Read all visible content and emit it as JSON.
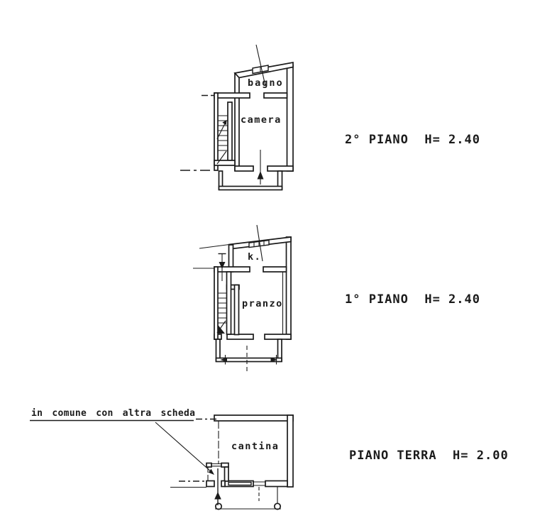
{
  "colors": {
    "background": "#ffffff",
    "ink": "#1b1b1b"
  },
  "floors": [
    {
      "name": "second-floor",
      "label": "2° PIANO  H= 2.40",
      "rooms": {
        "bathroom": "bagno",
        "bedroom": "camera"
      }
    },
    {
      "name": "first-floor",
      "label": "1° PIANO  H= 2.40",
      "rooms": {
        "kitchen": "k.",
        "dining": "pranzo"
      }
    },
    {
      "name": "ground-floor",
      "label": "PIANO TERRA  H= 2.00",
      "rooms": {
        "cellar": "cantina"
      },
      "annotation": "in comune con altra scheda"
    }
  ]
}
